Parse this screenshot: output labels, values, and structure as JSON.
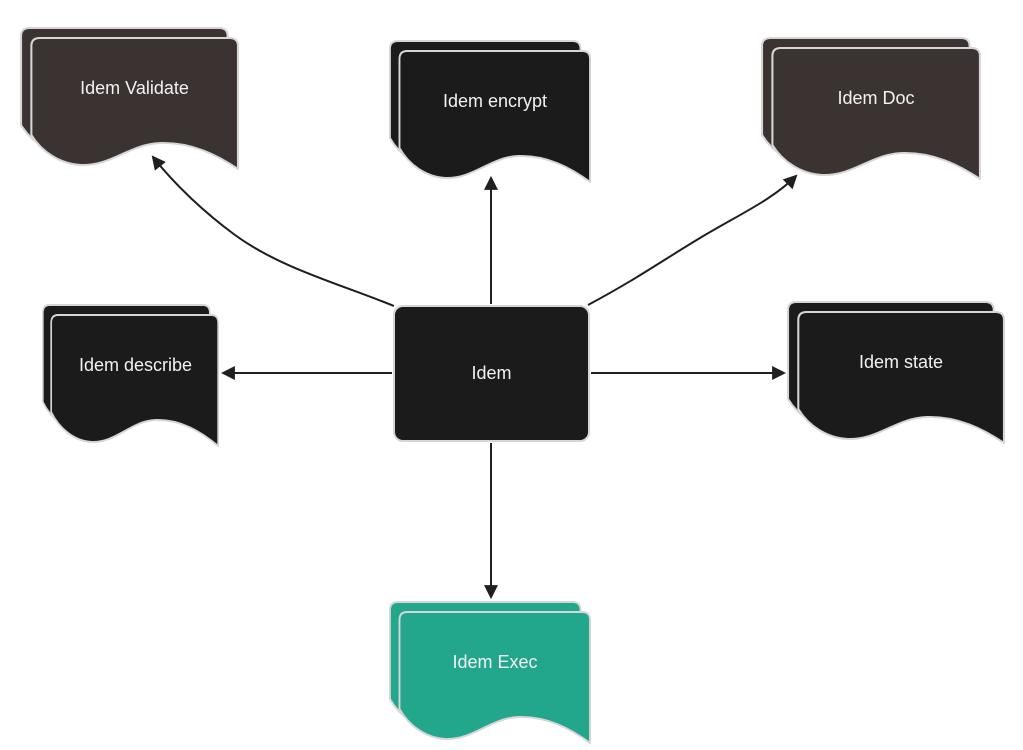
{
  "diagram": {
    "type": "flowchart",
    "background": "#ffffff",
    "center": {
      "id": "idem",
      "label": "Idem",
      "shape": "rounded-rectangle",
      "fill": "#1b1b1b"
    },
    "nodes": [
      {
        "id": "idem-validate",
        "label": "Idem Validate",
        "shape": "stacked-document",
        "fill": "#3b3331"
      },
      {
        "id": "idem-encrypt",
        "label": "Idem encrypt",
        "shape": "stacked-document",
        "fill": "#1b1b1b"
      },
      {
        "id": "idem-doc",
        "label": "Idem Doc",
        "shape": "stacked-document",
        "fill": "#3b3331"
      },
      {
        "id": "idem-describe",
        "label": "Idem describe",
        "shape": "stacked-document",
        "fill": "#1b1b1b"
      },
      {
        "id": "idem-state",
        "label": "Idem state",
        "shape": "stacked-document",
        "fill": "#1b1b1b"
      },
      {
        "id": "idem-exec",
        "label": "Idem Exec",
        "shape": "stacked-document",
        "fill": "#22a78c"
      }
    ],
    "edges": [
      {
        "from": "Idem",
        "to": "Idem Validate",
        "style": "curved",
        "arrow": "end"
      },
      {
        "from": "Idem",
        "to": "Idem encrypt",
        "style": "straight",
        "arrow": "end"
      },
      {
        "from": "Idem",
        "to": "Idem Doc",
        "style": "curved",
        "arrow": "end"
      },
      {
        "from": "Idem",
        "to": "Idem describe",
        "style": "straight",
        "arrow": "end"
      },
      {
        "from": "Idem",
        "to": "Idem state",
        "style": "straight",
        "arrow": "end"
      },
      {
        "from": "Idem",
        "to": "Idem Exec",
        "style": "straight",
        "arrow": "end"
      }
    ],
    "colors": {
      "text": "#f2f2f2",
      "edge": "#1f1f1f",
      "outline": "#d6d6d6"
    }
  }
}
